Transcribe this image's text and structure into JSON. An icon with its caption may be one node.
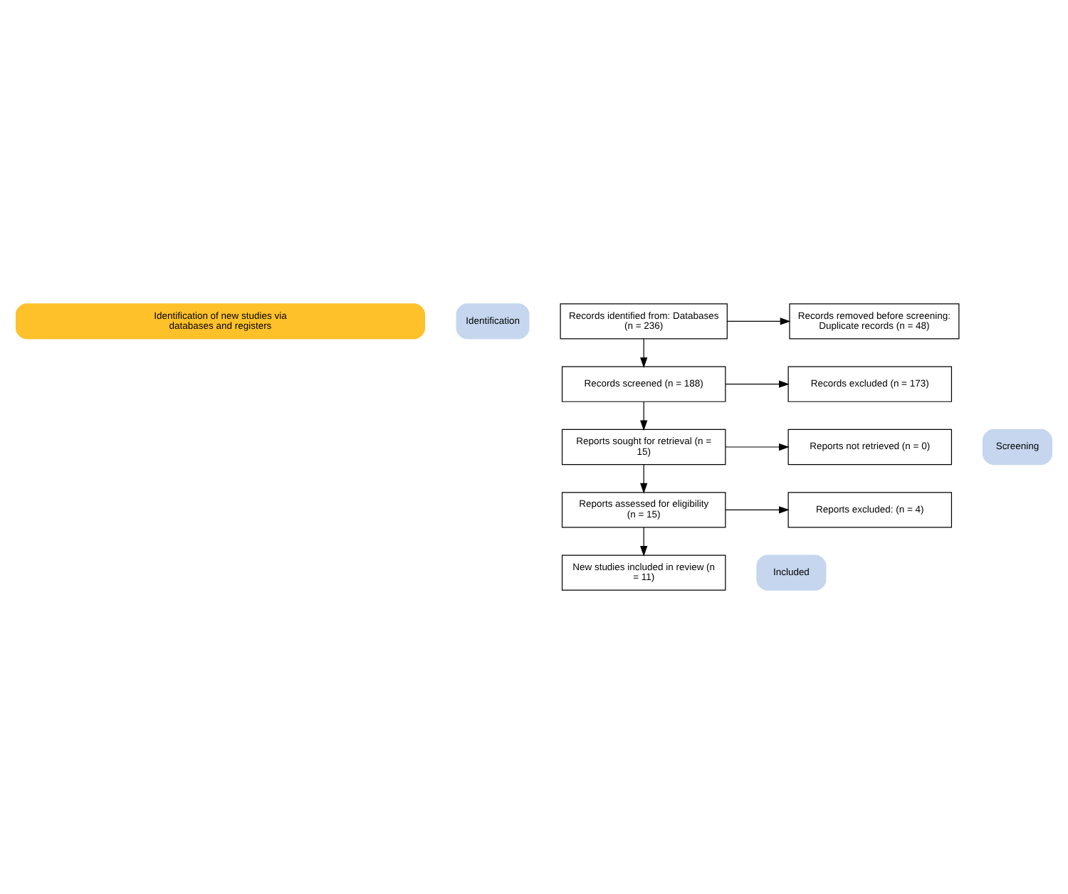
{
  "diagram": {
    "nodes": [
      {
        "text": [
          "Identification of new studies via databases and registers"
        ]
      },
      {
        "text": [
          "Identification"
        ]
      },
      {
        "text": [
          "Records identified from: Databases (n = 236)"
        ]
      },
      {
        "text": [
          "Records removed before screening: Duplicate records (n = 48)"
        ]
      },
      {
        "text": [
          "Screening"
        ]
      },
      {
        "text": [
          "Records screened (n = 188)"
        ]
      },
      {
        "text": [
          "Records excluded (n = 173)"
        ]
      },
      {
        "text": [
          "Reports sought for retrieval (n = 15)"
        ]
      },
      {
        "text": [
          "Reports not retrieved (n = 0)"
        ]
      },
      {
        "text": [
          "Reports assessed for eligibility (n = 15)"
        ]
      },
      {
        "text": [
          "Reports excluded: (n = 4)"
        ]
      },
      {
        "text": [
          "Included"
        ]
      },
      {
        "text": [
          "New studies included in review (n = 11)"
        ]
      }
    ],
    "edges": [
      {
        "from": 2,
        "to": 3,
        "arrow": "to"
      },
      {
        "from": 2,
        "to": 5,
        "arrow": "to"
      },
      {
        "from": 5,
        "to": 6,
        "arrow": "to"
      },
      {
        "from": 5,
        "to": 7,
        "arrow": "to"
      },
      {
        "from": 7,
        "to": 8,
        "arrow": "to"
      },
      {
        "from": 7,
        "to": 9,
        "arrow": "to"
      },
      {
        "from": 9,
        "to": 10,
        "arrow": "to"
      },
      {
        "from": 9,
        "to": 12,
        "arrow": "to"
      }
    ]
  }
}
